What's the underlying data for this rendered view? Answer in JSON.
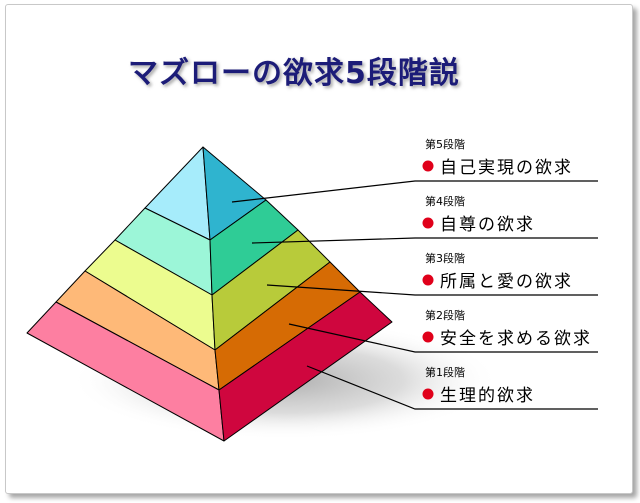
{
  "title": "マズローの欲求5段階説",
  "bullet_color": "#e0001a",
  "levels": [
    {
      "tier": "第5段階",
      "name": "自己実現の欲求",
      "front_color": "#a6ecfb",
      "side_color": "#2fb4cf"
    },
    {
      "tier": "第4段階",
      "name": "自尊の欲求",
      "front_color": "#9cf6d8",
      "side_color": "#2fcc96"
    },
    {
      "tier": "第3段階",
      "name": "所属と愛の欲求",
      "front_color": "#ecfc8f",
      "side_color": "#b8cb3a"
    },
    {
      "tier": "第2段階",
      "name": "安全を求める欲求",
      "front_color": "#feb978",
      "side_color": "#d66b04"
    },
    {
      "tier": "第1段階",
      "name": "生理的欲求",
      "front_color": "#fd7fa1",
      "side_color": "#cf063e"
    }
  ]
}
